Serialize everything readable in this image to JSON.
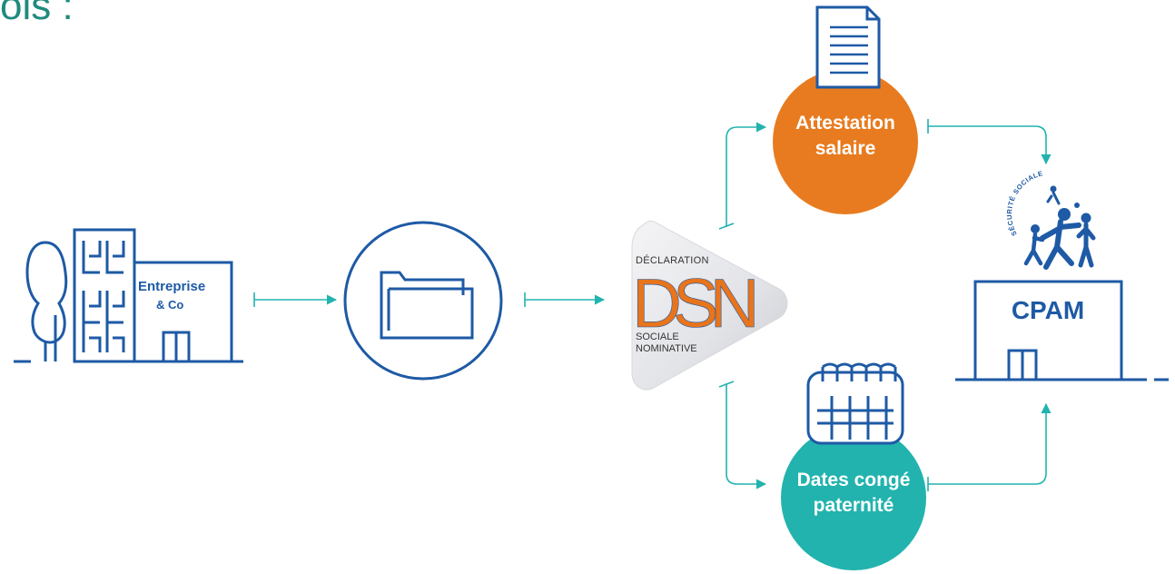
{
  "heading": "ois :",
  "company": {
    "line1": "Entreprise",
    "line2": "& Co"
  },
  "dsn": {
    "top": "DÉCLARATION",
    "letters": "DSN",
    "bottom1": "SOCIALE",
    "bottom2": "NOMINATIVE"
  },
  "attestation": {
    "line1": "Attestation",
    "line2": "salaire"
  },
  "dates": {
    "line1": "Dates congé",
    "line2": "paternité"
  },
  "cpam": {
    "seal": "SÉCURITÉ SOCIALE",
    "name": "CPAM"
  },
  "colors": {
    "blue": "#1e5aa5",
    "teal": "#22b3ae",
    "orange": "#e87b1f",
    "dsn_orange": "#e8741c",
    "heading": "#1f8a7e"
  }
}
